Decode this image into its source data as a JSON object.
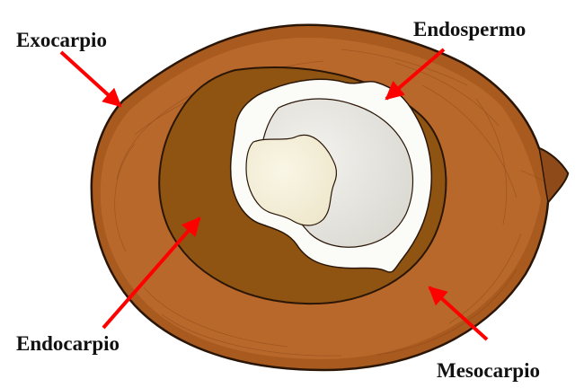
{
  "colors": {
    "exocarp": "#a95a1f",
    "exocarp_dark": "#7d3d12",
    "mesocarp": "#bb6a2a",
    "endocarp": "#8f5411",
    "endosperm_white": "#fbfbf8",
    "endosperm_inner": "#e4e3dc",
    "cavity_cream": "#f4efd9",
    "arrow": "#ff0000",
    "outline": "#2a1606",
    "label": "#111111"
  },
  "labels": {
    "exocarpio": "Exocarpio",
    "endospermo": "Endospermo",
    "endocarpio": "Endocarpio",
    "mesocarpio": "Mesocarpio"
  }
}
